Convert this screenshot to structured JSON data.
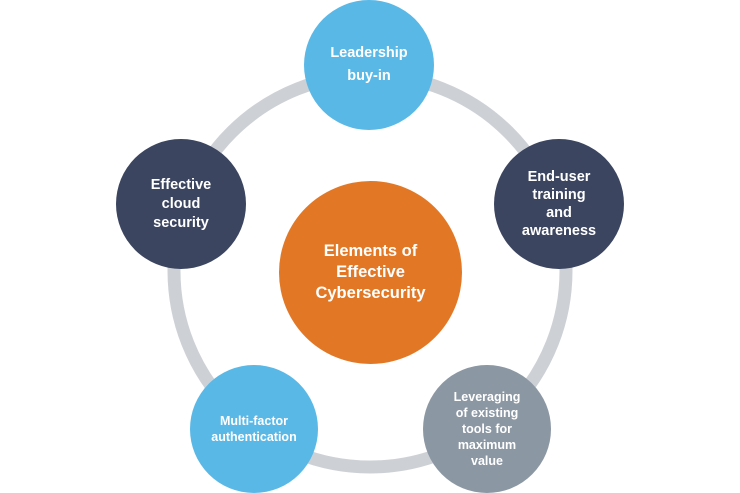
{
  "diagram": {
    "center_label": "Elements of\nEffective\nCybersecurity",
    "nodes": {
      "top": "Leadership\nbuy-in",
      "right": "End-user\ntraining\nand\nawareness",
      "bottom_right": "Leveraging\nof existing\ntools for\nmaximum\nvalue",
      "bottom_left": "Multi-factor\nauthentication",
      "left": "Effective\ncloud\nsecurity"
    },
    "colors": {
      "center": "#e27826",
      "light_blue": "#5ab8e7",
      "navy": "#3b4560",
      "gray": "#8c97a4",
      "ring": "#cdd1d6"
    }
  }
}
